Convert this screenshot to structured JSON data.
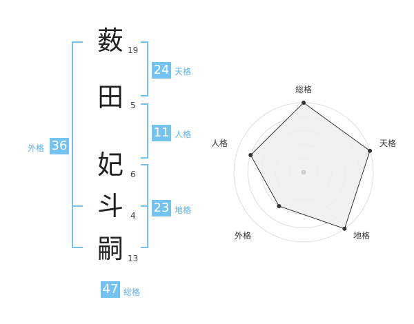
{
  "name_chars": [
    {
      "char": "薮",
      "strokes": "19"
    },
    {
      "char": "田",
      "strokes": "5"
    },
    {
      "char": "妃",
      "strokes": "6"
    },
    {
      "char": "斗",
      "strokes": "4"
    },
    {
      "char": "嗣",
      "strokes": "13"
    }
  ],
  "fortunes": {
    "tenkaku": {
      "value": "24",
      "label": "天格"
    },
    "jinkaku": {
      "value": "11",
      "label": "人格"
    },
    "chikaku": {
      "value": "23",
      "label": "地格"
    },
    "gaikaku": {
      "value": "36",
      "label": "外格"
    },
    "soukaku": {
      "value": "47",
      "label": "総格"
    }
  },
  "radar": {
    "axes": [
      "総格",
      "天格",
      "地格",
      "外格",
      "人格"
    ],
    "levels": 5,
    "values": [
      5,
      5,
      5,
      3,
      4
    ],
    "max": 5,
    "colors": {
      "fill": "#efefef",
      "line": "#333333",
      "grid": "#dddddd",
      "point": "#333333"
    }
  },
  "colors": {
    "accent": "#73c2f0",
    "accent_text": "#5ab4ea"
  }
}
